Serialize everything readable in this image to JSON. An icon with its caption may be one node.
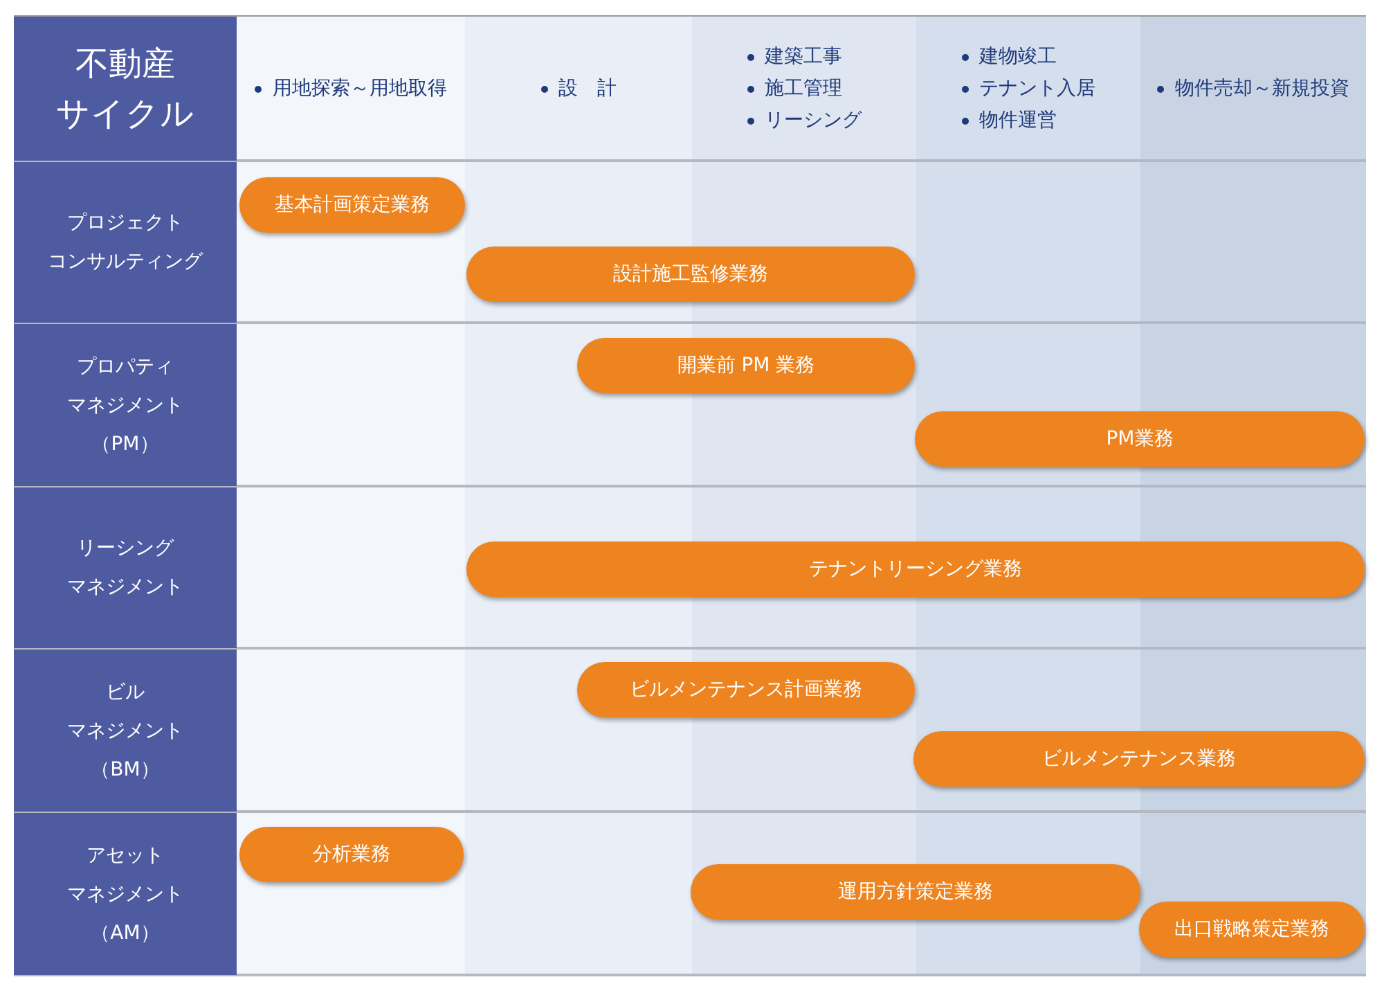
{
  "diagram": {
    "nodes": [
      {
        "text": [
          "不動産サイクル"
        ]
      },
      {
        "text": [
          "用地探索～用地取得"
        ]
      },
      {
        "text": [
          "設　計"
        ]
      },
      {
        "text": [
          "建築工事",
          "施工管理",
          "リーシング"
        ]
      },
      {
        "text": [
          "建物竣工",
          "テナント入居",
          "物件運営"
        ]
      },
      {
        "text": [
          "物件売却～新規投資"
        ]
      },
      {
        "text": [
          "プロジェクトコンサルティング"
        ]
      },
      {
        "text": [
          "基本計画策定業務"
        ]
      },
      {
        "text": [
          "設計施工監修業務"
        ]
      },
      {
        "text": [
          "プロパティマネジメント（PM）"
        ]
      },
      {
        "text": [
          "開業前 PM 業務"
        ]
      },
      {
        "text": [
          "PM業務"
        ]
      },
      {
        "text": [
          "リーシングマネジメント"
        ]
      },
      {
        "text": [
          "テナントリーシング業務"
        ]
      },
      {
        "text": [
          "ビルマネジメント（BM）"
        ]
      },
      {
        "text": [
          "ビルメンテナンス計画業務"
        ]
      },
      {
        "text": [
          "ビルメンテナンス業務"
        ]
      },
      {
        "text": [
          "アセットマネジメント（AM）"
        ]
      },
      {
        "text": [
          "分析業務"
        ]
      },
      {
        "text": [
          "運用方針策定業務"
        ]
      },
      {
        "text": [
          "出口戦略策定業務"
        ]
      }
    ]
  }
}
